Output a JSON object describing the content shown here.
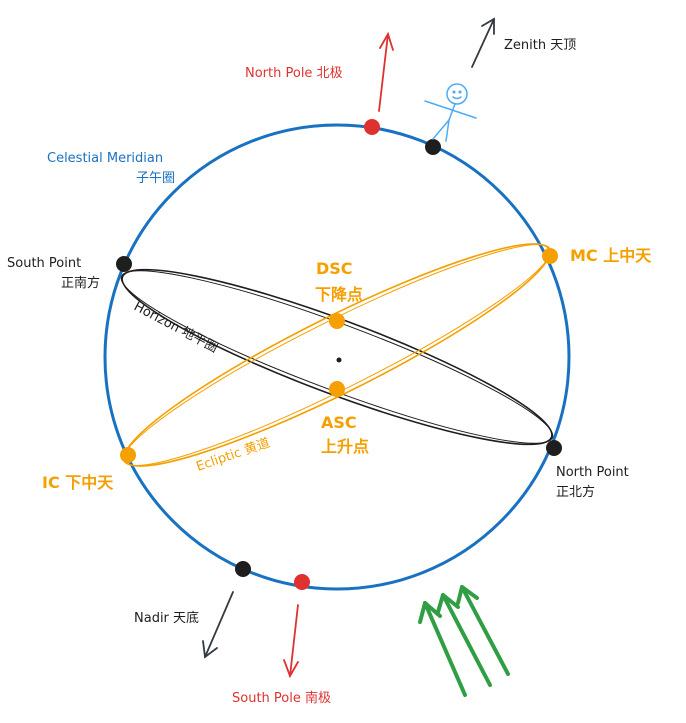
{
  "colors": {
    "meridian": "#1971c2",
    "horizon": "#1e1e1e",
    "ecliptic": "#f59f00",
    "pole": "#e03131",
    "point": "#1e1e1e",
    "arrow_dark": "#343a40",
    "arrow_green": "#2f9e44",
    "stick_figure": "#4dabf7"
  },
  "labels": {
    "zenith": "Zenith 天顶",
    "north_pole": "North Pole 北极",
    "celestial_meridian": "Celestial Meridian",
    "celestial_meridian_zh": "子午圈",
    "south_point": "South Point",
    "south_point_zh": "正南方",
    "dsc": "DSC",
    "dsc_zh": "下降点",
    "mc": "MC 上中天",
    "horizon": "Horizon 地平圈",
    "asc": "ASC",
    "asc_zh": "上升点",
    "ecliptic": "Ecliptic 黄道",
    "ic": "IC 下中天",
    "north_point": "North Point",
    "north_point_zh": "正北方",
    "nadir": "Nadir 天底",
    "south_pole": "South Pole 南极"
  }
}
